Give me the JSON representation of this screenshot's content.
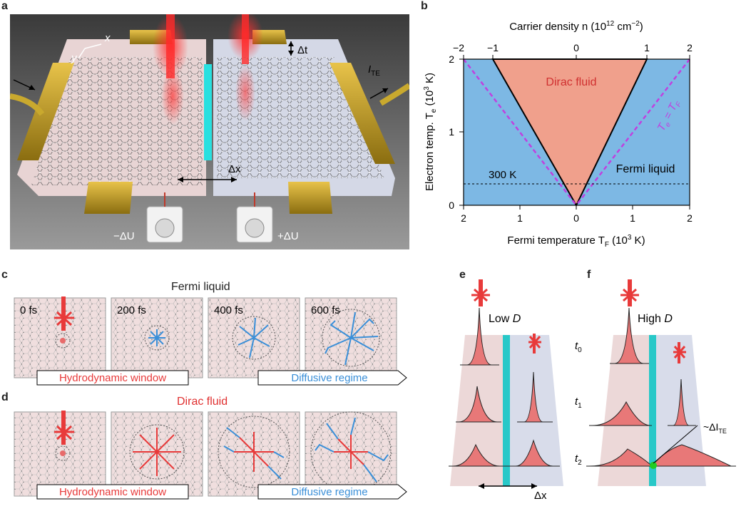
{
  "panel_labels": {
    "a": "a",
    "b": "b",
    "c": "c",
    "d": "d",
    "e": "e",
    "f": "f"
  },
  "panel_a": {
    "axis_x": "x",
    "axis_y": "y",
    "delta_t": "Δt",
    "delta_x": "Δx",
    "current": "I",
    "current_sub": "TE",
    "minus_u": "−ΔU",
    "plus_u": "+ΔU"
  },
  "panel_b": {
    "top_axis_label": "Carrier density n (10",
    "top_axis_unit_exp": "12",
    "top_axis_unit_tail": " cm",
    "top_axis_unit_exp2": "−2",
    "top_axis_close": ")",
    "top_ticks": [
      "−2",
      "−1",
      "0",
      "1",
      "2"
    ],
    "bottom_axis_label": "Fermi temperature T",
    "bottom_axis_sub": "F",
    "bottom_axis_unit": " (10",
    "bottom_axis_exp": "3",
    "bottom_axis_tail": " K)",
    "bottom_ticks": [
      "2",
      "1",
      "0",
      "1",
      "2"
    ],
    "y_axis_label": "Electron temp. T",
    "y_axis_sub": "e",
    "y_axis_unit": " (10",
    "y_axis_exp": "3",
    "y_axis_tail": " K)",
    "y_ticks": [
      "0",
      "1",
      "2"
    ],
    "region_dirac": "Dirac fluid",
    "region_fermi": "Fermi liquid",
    "line_300k": "300 K",
    "diag_label": "T",
    "diag_sub1": "e",
    "diag_eq": " = T",
    "diag_sub2": "F",
    "colors": {
      "dirac": "#f0a08c",
      "fermi": "#7db8e4",
      "dashed": "#c040e0"
    }
  },
  "panel_c": {
    "title": "Fermi liquid",
    "times": [
      "0 fs",
      "200 fs",
      "400 fs",
      "600 fs"
    ],
    "hydro_label": "Hydrodynamic window",
    "diffusive_label": "Diffusive regime"
  },
  "panel_d": {
    "title": "Dirac fluid",
    "hydro_label": "Hydrodynamic window",
    "diffusive_label": "Diffusive regime"
  },
  "panel_e": {
    "label": "Low ",
    "label_italic": "D",
    "delta_x": "Δx"
  },
  "panel_f": {
    "label": "High ",
    "label_italic": "D",
    "t0": "t",
    "t0_sub": "0",
    "t1": "t",
    "t1_sub": "1",
    "t2": "t",
    "t2_sub": "2",
    "signal": "~ΔI",
    "signal_sub": "TE"
  },
  "colors": {
    "red": "#e83a3a",
    "blue": "#3a8fd8",
    "cyan": "#28c8c8",
    "pink_bg": "#ecdcdc",
    "blue_bg": "#dbe0ec"
  }
}
